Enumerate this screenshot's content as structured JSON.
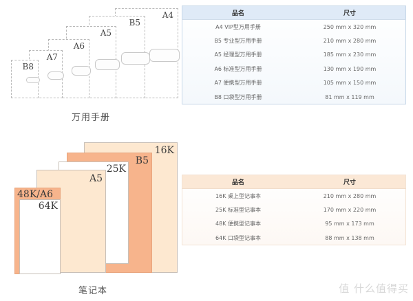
{
  "planner": {
    "caption": "万用手册",
    "sheets": [
      {
        "label": "A4"
      },
      {
        "label": "B5"
      },
      {
        "label": "A5"
      },
      {
        "label": "A6"
      },
      {
        "label": "A7"
      },
      {
        "label": "B8"
      }
    ],
    "table": {
      "headers": [
        "品名",
        "尺寸"
      ],
      "rows": [
        {
          "name": "A4 VIP型万用手册",
          "size": "250 mm x 320 mm"
        },
        {
          "name": "B5 专业型万用手册",
          "size": "210 mm x 280 mm"
        },
        {
          "name": "A5 经理型万用手册",
          "size": "185 mm x 230 mm"
        },
        {
          "name": "A6 标准型万用手册",
          "size": "130 mm x 190 mm"
        },
        {
          "name": "A7 便携型万用手册",
          "size": "105 mm x 150 mm"
        },
        {
          "name": "B8 口袋型万用手册",
          "size": "81 mm x 119 mm"
        }
      ],
      "header_color": "#dfeaf7"
    }
  },
  "notebook": {
    "caption": "笔记本",
    "sheets": [
      {
        "label": "16K",
        "color": "#fde8d0"
      },
      {
        "label": "B5",
        "color": "#f7b48c"
      },
      {
        "label": "25K",
        "color": "#ffffff"
      },
      {
        "label": "A5",
        "color": "#fde8d0"
      },
      {
        "label": "48K/A6",
        "color": "#f7b48c"
      },
      {
        "label": "64K",
        "color": "#ffffff"
      }
    ],
    "table": {
      "headers": [
        "品名",
        "尺寸"
      ],
      "rows": [
        {
          "name": "16K 桌上型记事本",
          "size": "210 mm x 280 mm"
        },
        {
          "name": "25K 标准型记事本",
          "size": "170 mm x 220 mm"
        },
        {
          "name": "48K 便携型记事本",
          "size": "95 mm x 173 mm"
        },
        {
          "name": "64K 口袋型记事本",
          "size": "88 mm x 138 mm"
        }
      ],
      "header_color": "#fbe8d6"
    }
  },
  "watermark": {
    "text": "值 什么值得买"
  }
}
